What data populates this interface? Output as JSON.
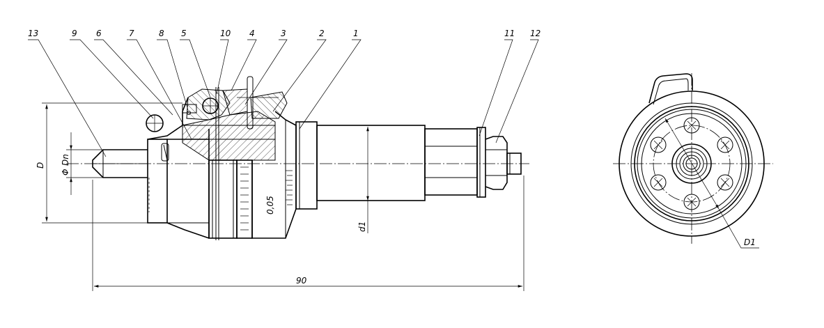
{
  "callouts": [
    "13",
    "9",
    "6",
    "7",
    "8",
    "5",
    "10",
    "4",
    "3",
    "2",
    "1",
    "11",
    "12"
  ],
  "dimensions": {
    "D": "D",
    "Dn": "Dn",
    "phi": "Φ",
    "d1": "d1",
    "length": "90",
    "scale_value": "0,05",
    "D1": "D1"
  },
  "colors": {
    "line": "#000000",
    "background": "#ffffff"
  }
}
